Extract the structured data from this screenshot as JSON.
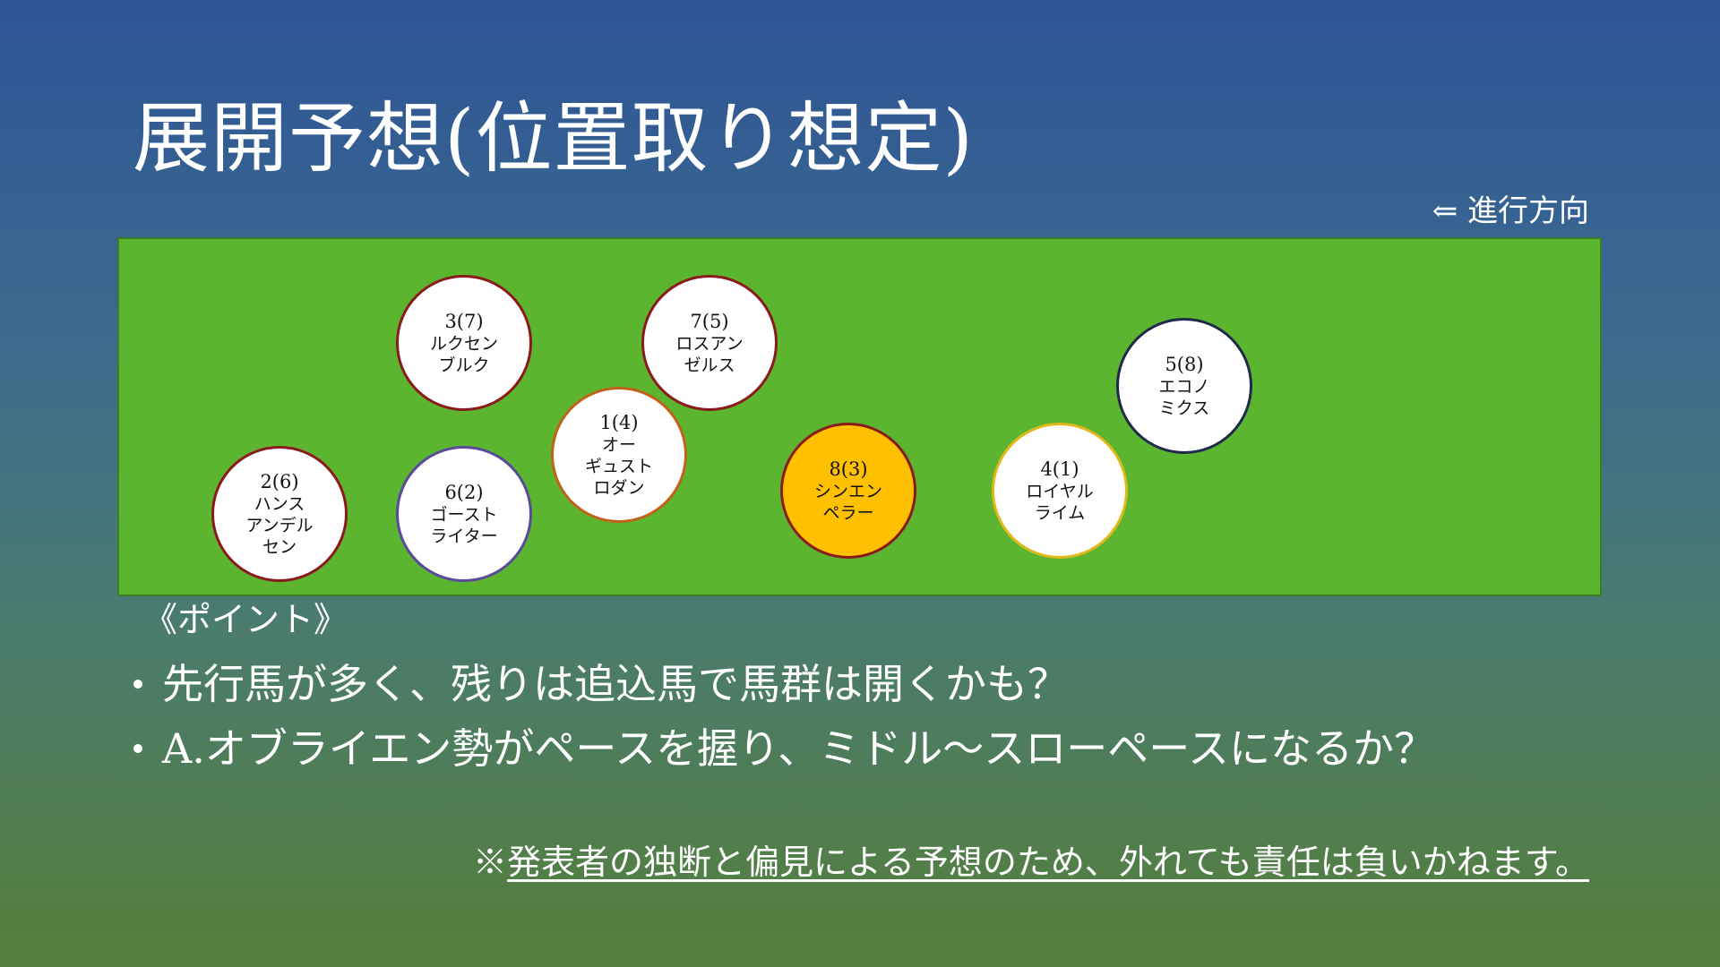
{
  "title": "展開予想(位置取り想定)",
  "direction_label": "⇐ 進行方向",
  "colors": {
    "track": "#5bb52f",
    "highlight_fill": "#ffc000"
  },
  "horses": [
    {
      "number": "3(7)",
      "name": "ルクセン\nブルク"
    },
    {
      "number": "7(5)",
      "name": "ロスアン\nゼルス"
    },
    {
      "number": "5(8)",
      "name": "エコノ\nミクス"
    },
    {
      "number": "1(4)",
      "name": "オー\nギュスト\nロダン"
    },
    {
      "number": "2(6)",
      "name": "ハンス\nアンデル\nセン"
    },
    {
      "number": "6(2)",
      "name": "ゴースト\nライター"
    },
    {
      "number": "8(3)",
      "name": "シンエン\nペラー"
    },
    {
      "number": "4(1)",
      "name": "ロイヤル\nライム"
    }
  ],
  "points_header": "《ポイント》",
  "points": [
    "先行馬が多く、残りは追込馬で馬群は開くかも？",
    "A.オブライエン勢がペースを握り、ミドル～スローペースになるか？"
  ],
  "disclaimer": {
    "mark": "※",
    "text": "発表者の独断と偏見による予想のため、外れても責任は負いかねます。"
  }
}
